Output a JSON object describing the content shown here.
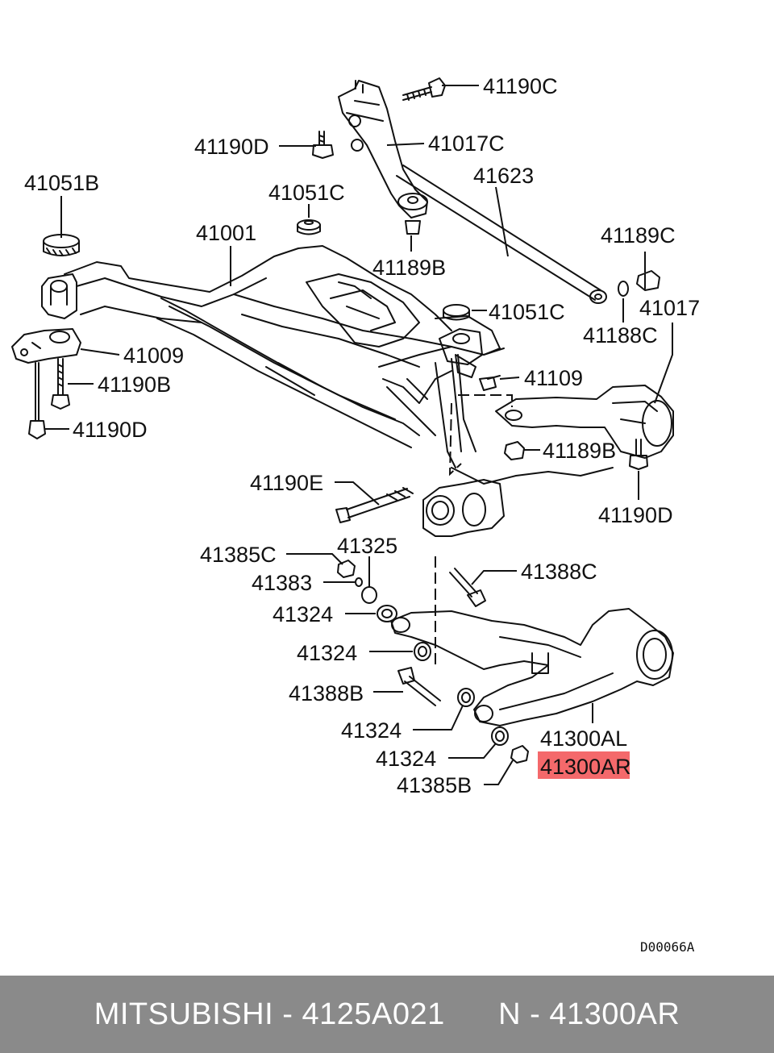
{
  "labels": {
    "l41190C_top": "41190C",
    "l41190D_top": "41190D",
    "l41017C": "41017C",
    "l41623": "41623",
    "l41051B": "41051B",
    "l41051C_top": "41051C",
    "l41001": "41001",
    "l41189C": "41189C",
    "l41189B_top": "41189B",
    "l41051C_mid": "41051C",
    "l41188C": "41188C",
    "l41017": "41017",
    "l41009": "41009",
    "l41109": "41109",
    "l41190B": "41190B",
    "l41189B_mid": "41189B",
    "l41190D_left": "41190D",
    "l41190E": "41190E",
    "l41190D_right": "41190D",
    "l41385C": "41385C",
    "l41325": "41325",
    "l41383": "41383",
    "l41388C": "41388C",
    "l41324_a": "41324",
    "l41324_b": "41324",
    "l41388B": "41388B",
    "l41324_c": "41324",
    "l41300AL": "41300AL",
    "l41324_d": "41324",
    "l41300AR": "41300AR",
    "l41385B": "41385B"
  },
  "diagram_code": "D00066A",
  "highlight_color": "#f4696b",
  "footer": {
    "brand": "MITSUBISHI",
    "sep1": " - ",
    "part_number": "4125A021",
    "gap": "      ",
    "n": "N",
    "sep2": " - ",
    "code": "41300AR"
  }
}
